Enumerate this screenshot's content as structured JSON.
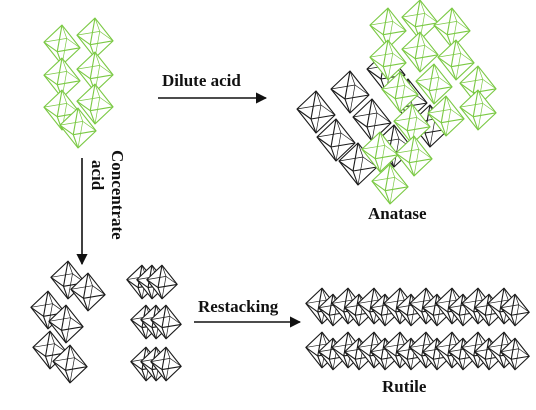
{
  "colors": {
    "green": "#7ac943",
    "black": "#1a1a1a",
    "arrow": "#111111"
  },
  "labels": {
    "dilute_acid": "Dilute acid",
    "concentrate": "Concentrate",
    "acid": "acid",
    "restacking": "Restacking",
    "anatase": "Anatase",
    "rutile": "Rutile"
  }
}
